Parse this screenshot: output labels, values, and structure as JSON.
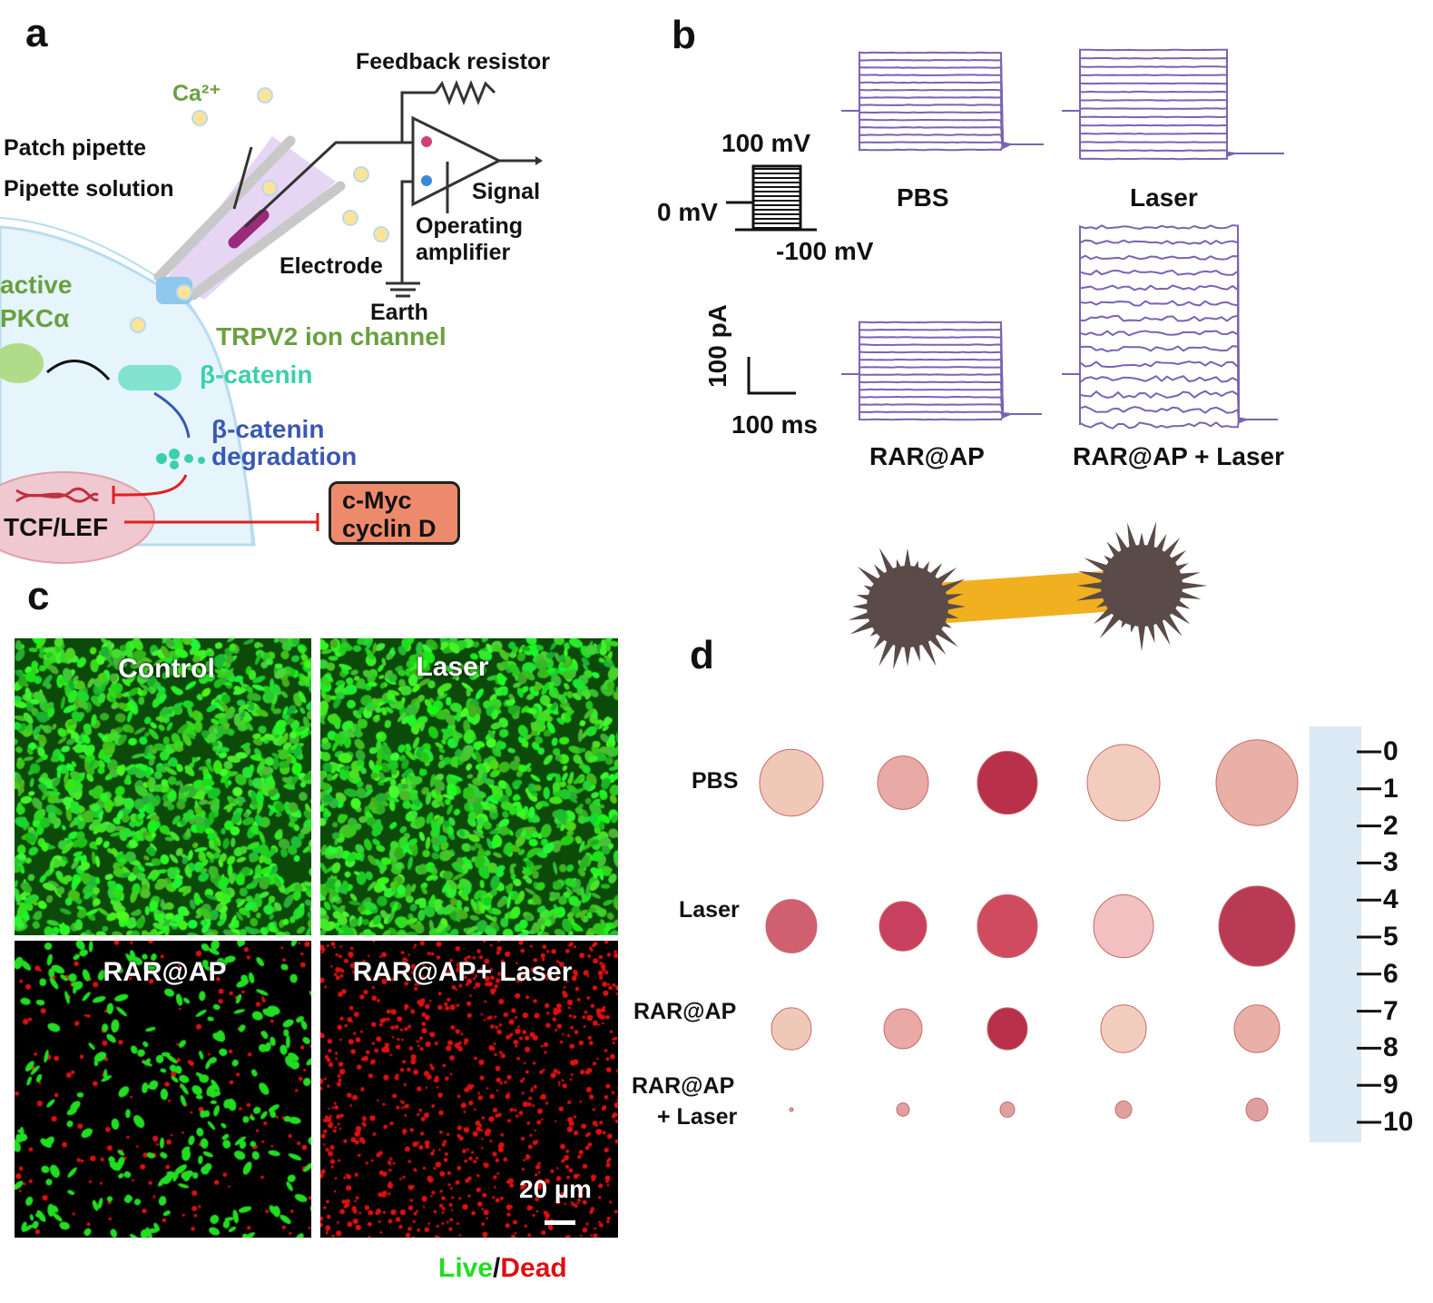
{
  "panels": {
    "a": "a",
    "b": "b",
    "c": "c",
    "d": "d"
  },
  "panel_a": {
    "feedback_resistor": "Feedback resistor",
    "ca": "Ca²⁺",
    "patch_pipette": "Patch pipette",
    "pipette_solution": "Pipette solution",
    "signal": "Signal",
    "operating": "Operating",
    "amplifier": "amplifier",
    "electrode": "Electrode",
    "earth": "Earth",
    "active": "active",
    "pkca": "PKCα",
    "trpv2": "TRPV2 ion channel",
    "b_catenin": "β-catenin",
    "b_catenin2": "β-catenin",
    "degradation": "degradation",
    "tcf": "TCF/LEF",
    "cmyc": "c-Myc",
    "cyclin": "cyclin D"
  },
  "panel_b": {
    "v100": "100 mV",
    "v0": "0 mV",
    "vm100": "-100 mV",
    "scale_y": "100 pA",
    "scale_x": "100 ms",
    "traces": [
      "PBS",
      "Laser",
      "RAR@AP",
      "RAR@AP + Laser"
    ],
    "trace_color": "#7b62b4"
  },
  "panel_c": {
    "images": [
      {
        "label": "Control",
        "live": 1.0
      },
      {
        "label": "Laser",
        "live": 1.0
      },
      {
        "label": "RAR@AP",
        "live": 0.5
      },
      {
        "label": "RAR@AP+ Laser",
        "live": 0.0
      }
    ],
    "scale_bar": "20 µm",
    "live": "Live",
    "slash": "/",
    "dead": "Dead",
    "live_color": "#22dd22",
    "dead_color": "#dd1111"
  },
  "panel_d": {
    "rows": [
      "PBS",
      "Laser",
      "RAR@AP",
      "RAR@AP",
      "+ Laser"
    ],
    "ruler": [
      "0",
      "1",
      "2",
      "3",
      "4",
      "5",
      "6",
      "7",
      "8",
      "9",
      "10"
    ]
  }
}
